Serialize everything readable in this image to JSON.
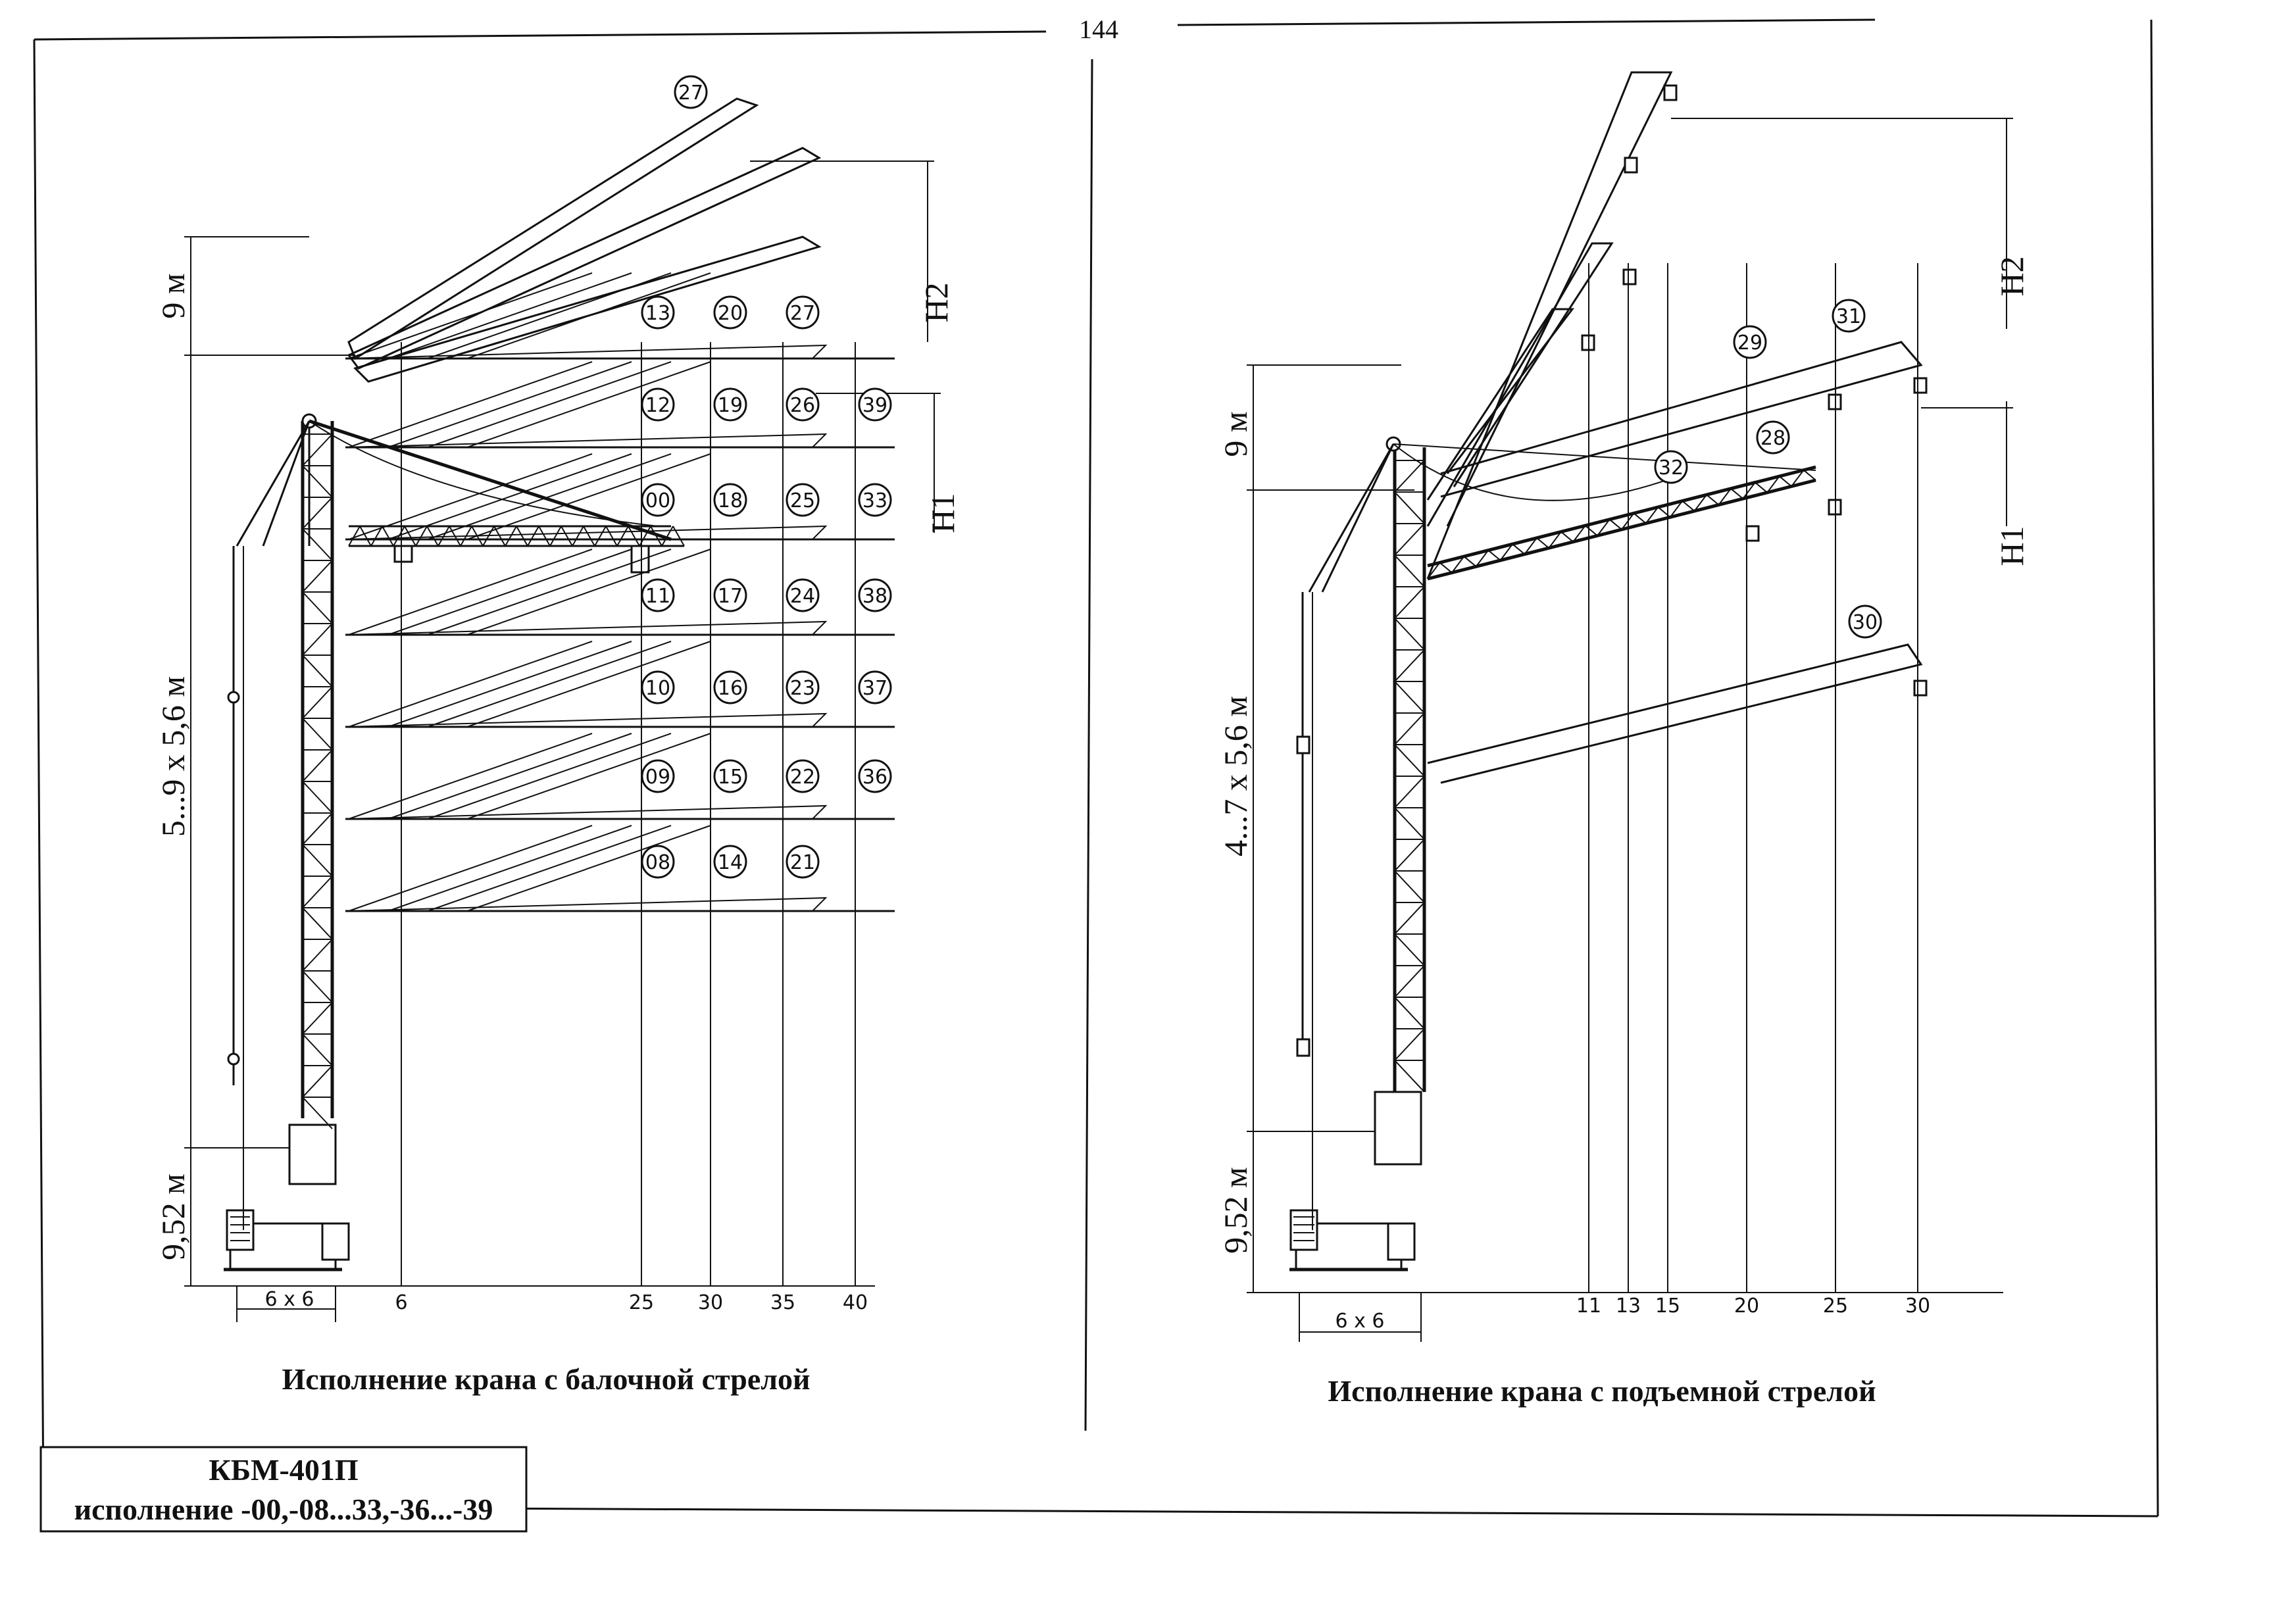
{
  "page": {
    "number": "144"
  },
  "left": {
    "caption": "Исполнение крана с балочной стрелой",
    "dims": {
      "top_section": "9 м",
      "tower": "5...9 х 5,6 м",
      "base": "9,52 м",
      "track": "6 х 6",
      "h2": "H2",
      "h1": "H1"
    },
    "axis_ticks": [
      "6",
      "25",
      "30",
      "35",
      "40"
    ],
    "labels": {
      "top": "27",
      "r0": [
        "13",
        "20",
        "27"
      ],
      "r1": [
        "12",
        "19",
        "26",
        "39"
      ],
      "r2": [
        "00",
        "18",
        "25",
        "33"
      ],
      "r3": [
        "11",
        "17",
        "24",
        "38"
      ],
      "r4": [
        "10",
        "16",
        "23",
        "37"
      ],
      "r5": [
        "09",
        "15",
        "22",
        "36"
      ],
      "r6": [
        "08",
        "14",
        "21"
      ]
    }
  },
  "right": {
    "caption": "Исполнение крана с подъемной стрелой",
    "dims": {
      "top_section": "9 м",
      "tower": "4...7 х 5,6 м",
      "base": "9,52 м",
      "track": "6 х 6",
      "h2": "H2",
      "h1": "H1"
    },
    "axis_ticks": [
      "11",
      "13",
      "15",
      "20",
      "25",
      "30"
    ],
    "labels": {
      "l29": "29",
      "l31": "31",
      "l32": "32",
      "l28": "28",
      "l30": "30"
    }
  },
  "stamp": {
    "model": "КБМ-401П",
    "variants": "исполнение -00,-08...33,-36...-39"
  }
}
